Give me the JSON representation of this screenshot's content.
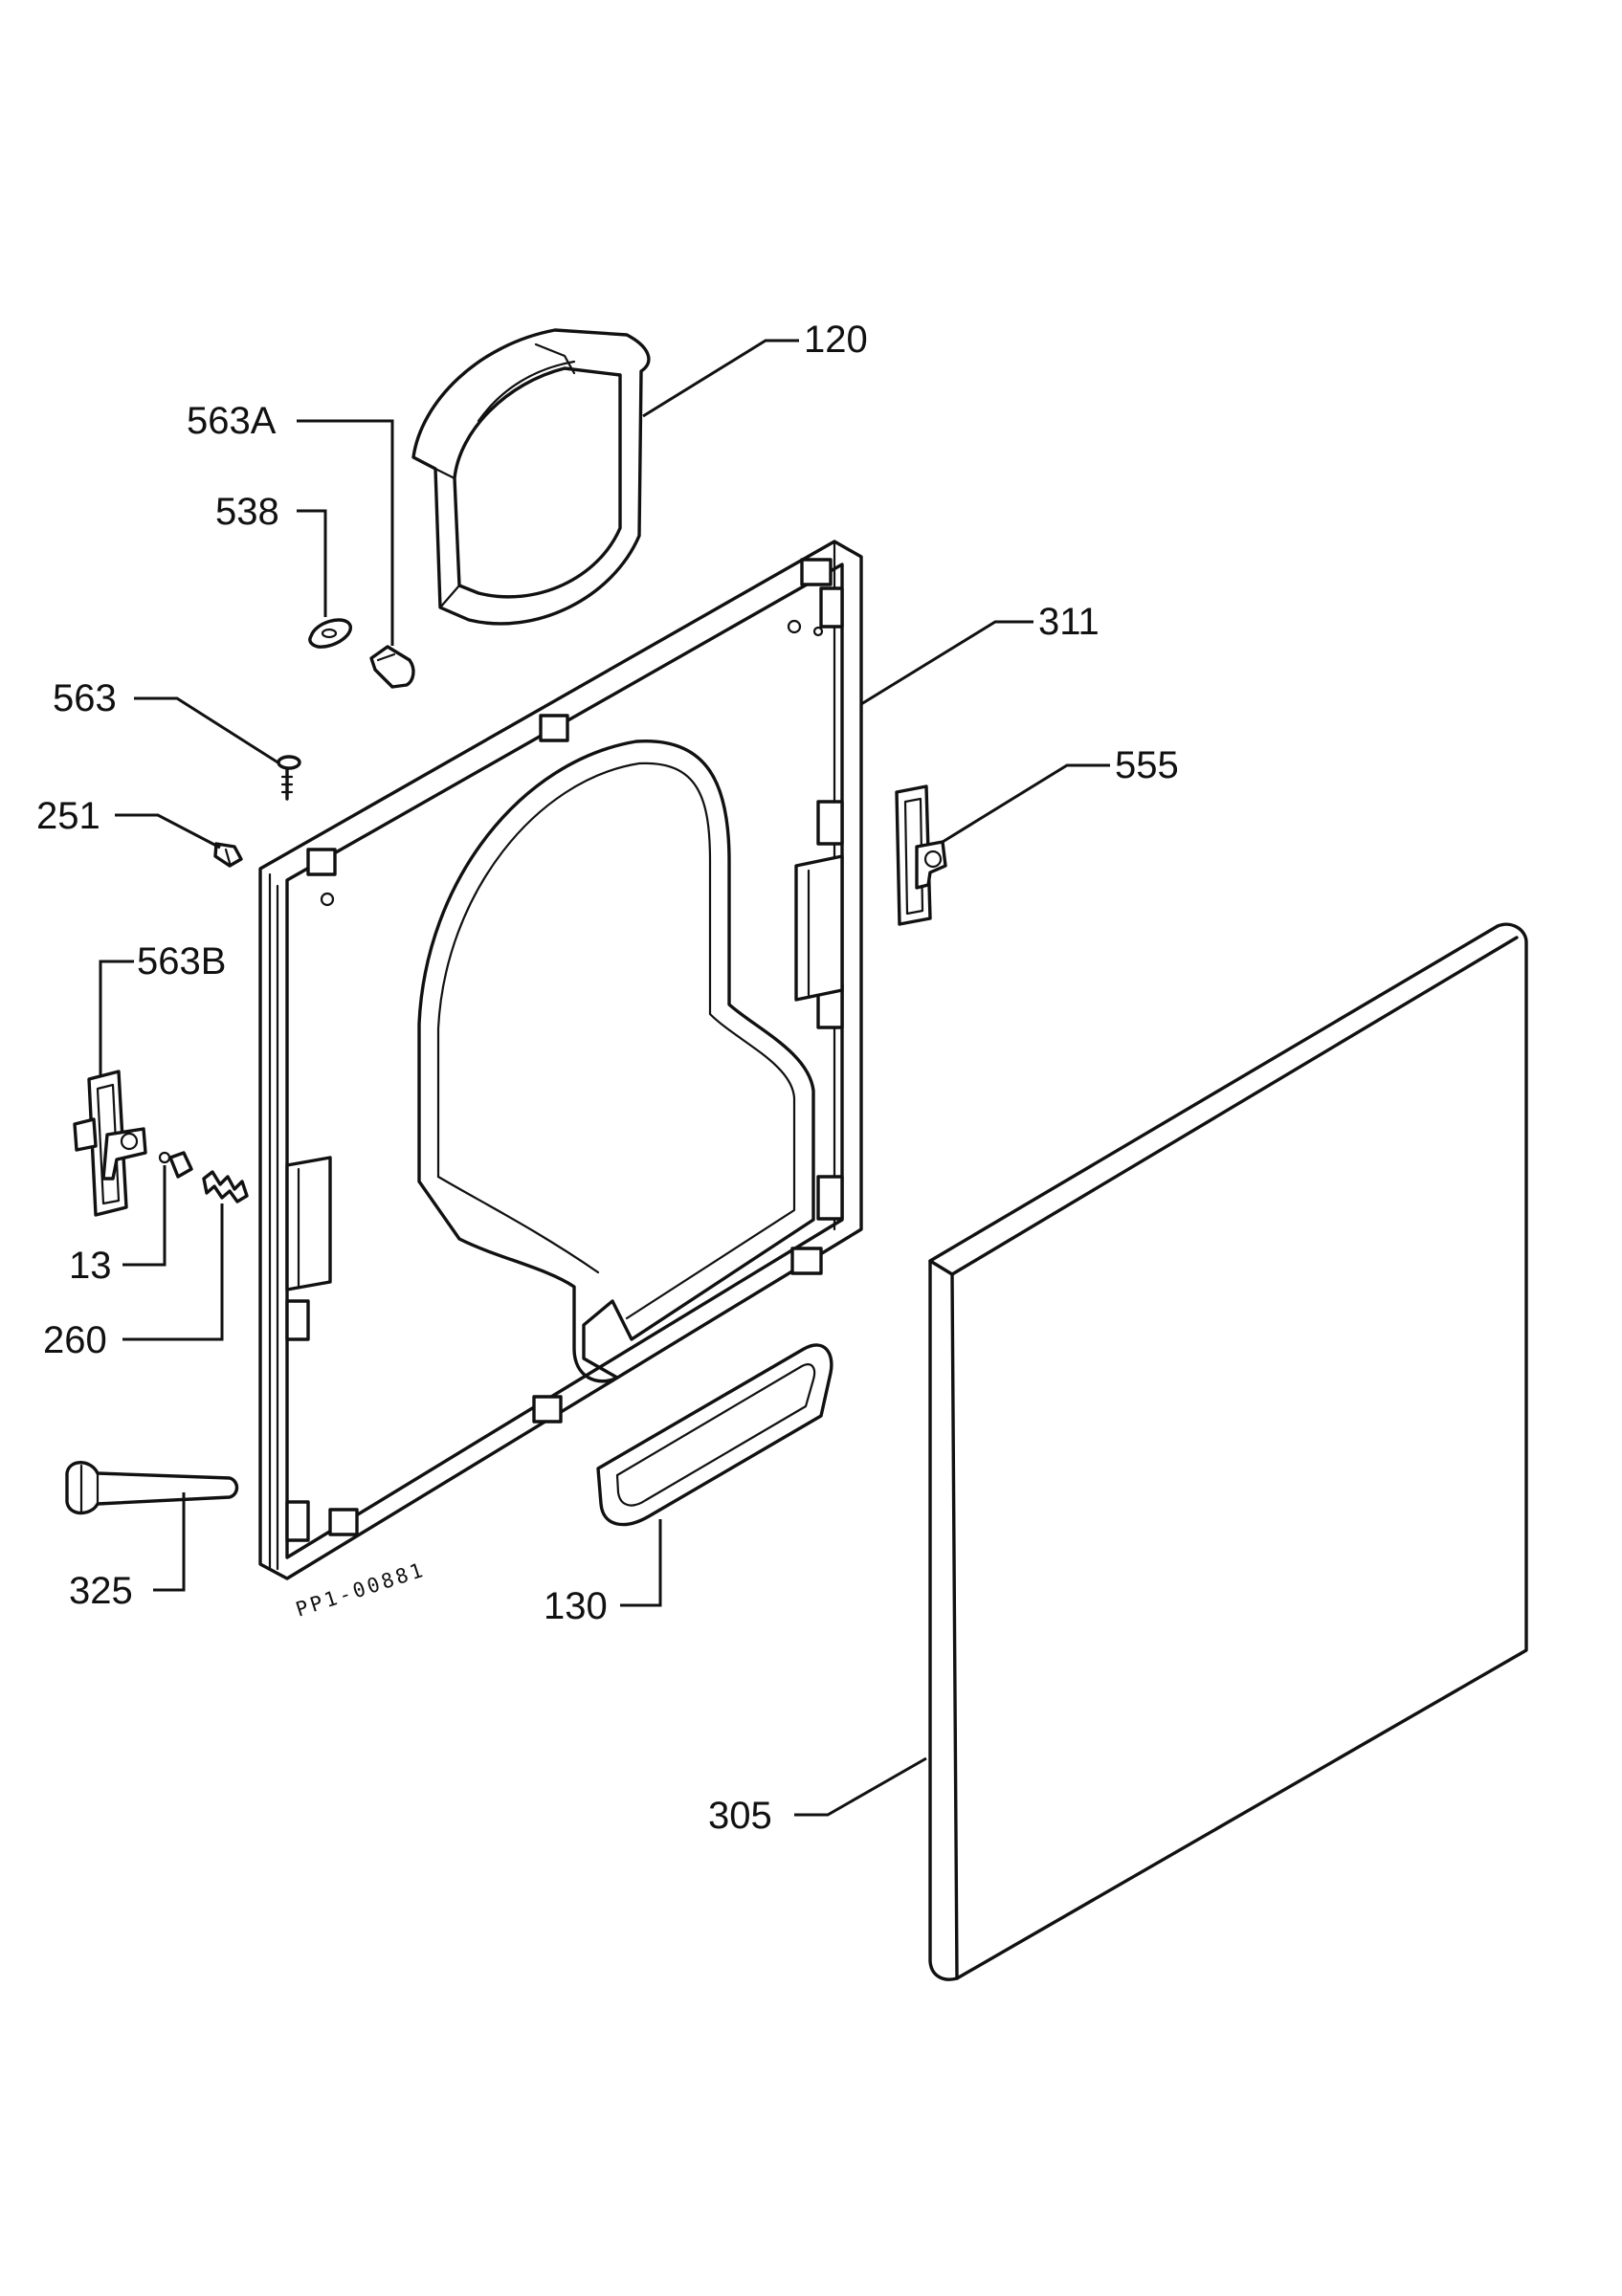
{
  "diagram": {
    "stamp": "PP1-00881",
    "callouts": {
      "c120": {
        "num": "120",
        "suffix": ""
      },
      "c563a": {
        "num": "563",
        "suffix": "A"
      },
      "c538": {
        "num": "538",
        "suffix": ""
      },
      "c311": {
        "num": "311",
        "suffix": ""
      },
      "c563": {
        "num": "563",
        "suffix": ""
      },
      "c555": {
        "num": "555",
        "suffix": ""
      },
      "c251": {
        "num": "251",
        "suffix": ""
      },
      "c563b": {
        "num": "563",
        "suffix": "B"
      },
      "c13": {
        "num": "13",
        "suffix": ""
      },
      "c260": {
        "num": "260",
        "suffix": ""
      },
      "c325": {
        "num": "325",
        "suffix": ""
      },
      "c130": {
        "num": "130",
        "suffix": ""
      },
      "c305": {
        "num": "305",
        "suffix": ""
      }
    }
  },
  "colors": {
    "ink": "#111111",
    "paper": "#ffffff"
  }
}
